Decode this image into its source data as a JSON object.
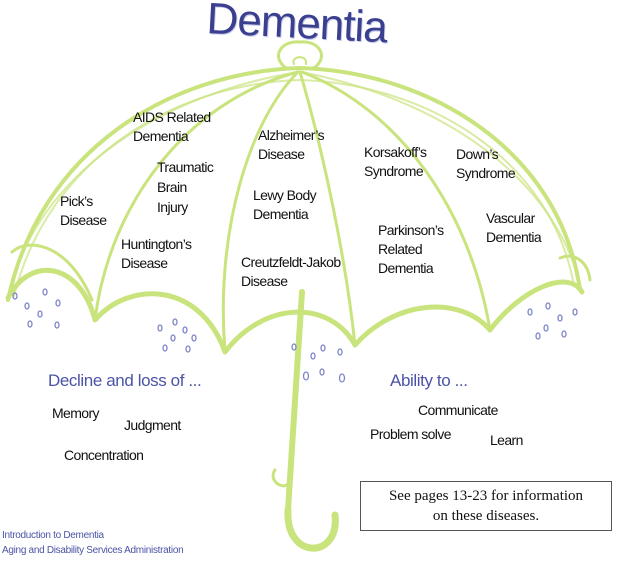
{
  "title": "Dementia",
  "diseases": {
    "aids": "AIDS Related\nDementia",
    "picks": "Pick’s\nDisease",
    "traumatic": "Traumatic\nBrain\nInjury",
    "huntingtons": "Huntington’s\nDisease",
    "alzheimers": "Alzheimer’s\nDisease",
    "lewy": "Lewy Body\nDementia",
    "cjd": "Creutzfeldt-Jakob\nDisease",
    "korsakoffs": "Korsakoff’s\nSyndrome",
    "downs": "Down’s\nSyndrome",
    "parkinsons": "Parkinson’s\nRelated\nDementia",
    "vascular": "Vascular\nDementia"
  },
  "decline": {
    "heading": "Decline and loss of ...",
    "items": [
      "Memory",
      "Judgment",
      "Concentration"
    ]
  },
  "ability": {
    "heading": "Ability to ...",
    "items": [
      "Communicate",
      "Problem solve",
      "Learn"
    ]
  },
  "note": "See pages 13-23 for information\non these diseases.",
  "footer": {
    "line1": "Introduction to Dementia",
    "line2": "Aging and Disability Services Administration"
  },
  "colors": {
    "umbrella": "#c9e37d",
    "umbrella_fill": "#eef6cf",
    "raindrop": "#7f86c8",
    "heading": "#4b53a6",
    "title": "#3a3f8f"
  }
}
